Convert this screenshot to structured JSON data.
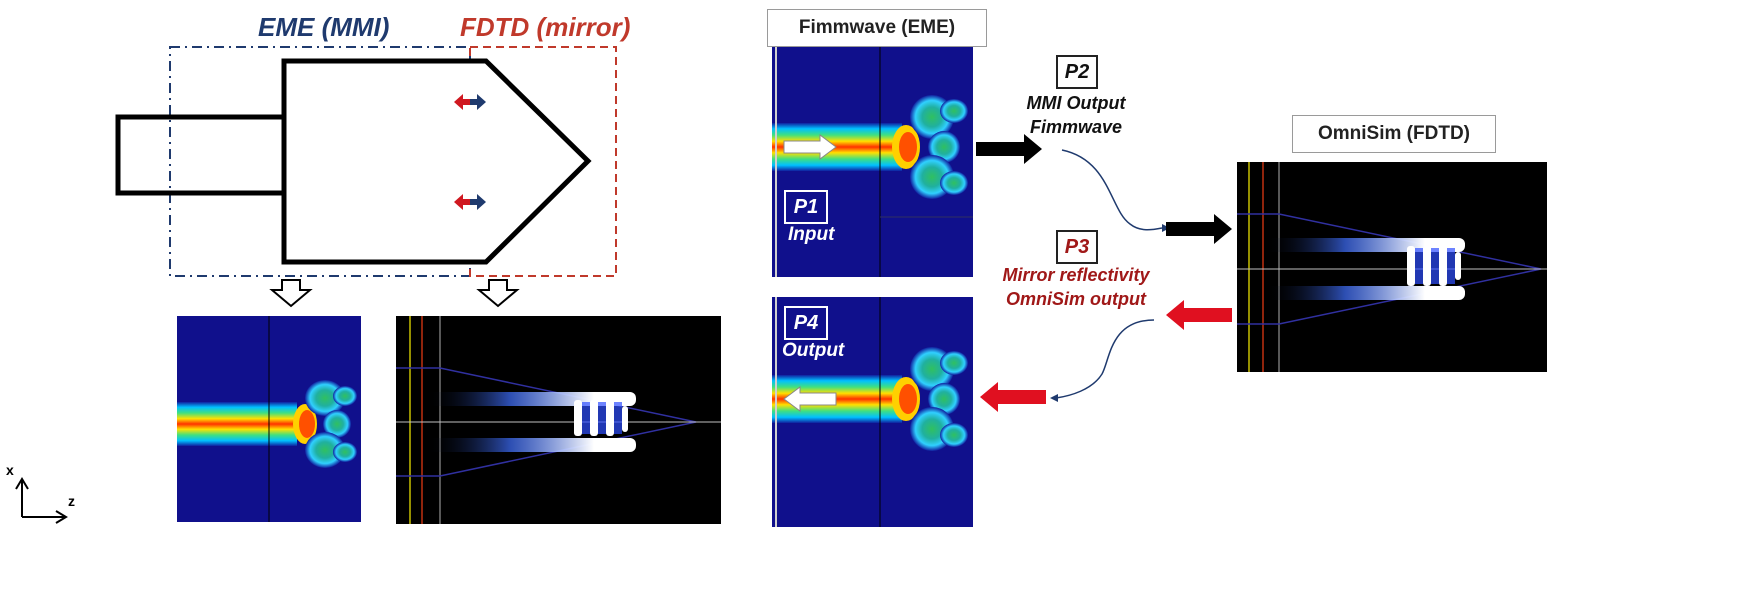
{
  "headers": {
    "eme_mmi": "EME (MMI)",
    "fdtd_mirror": "FDTD (mirror)"
  },
  "panels": {
    "fimmwave_title": "Fimmwave (EME)",
    "omnisim_title": "OmniSim (FDTD)"
  },
  "tags": {
    "p1": "P1",
    "p1_text": "Input",
    "p2": "P2",
    "p2_line1": "MMI Output",
    "p2_line2": "Fimmwave",
    "p3": "P3",
    "p3_line1": "Mirror reflectivity",
    "p3_line2": "OmniSim output",
    "p4": "P4",
    "p4_text": "Output"
  },
  "axes": {
    "x_label": "x",
    "z_label": "z"
  },
  "colors": {
    "eme_blue": "#1f3a6e",
    "fdtd_red": "#c0392b",
    "field_bg_blue": "#10108c",
    "fdtd_bg": "#000000",
    "arrow_black": "#000000",
    "arrow_red": "#e01020",
    "p3_red": "#a01818"
  }
}
